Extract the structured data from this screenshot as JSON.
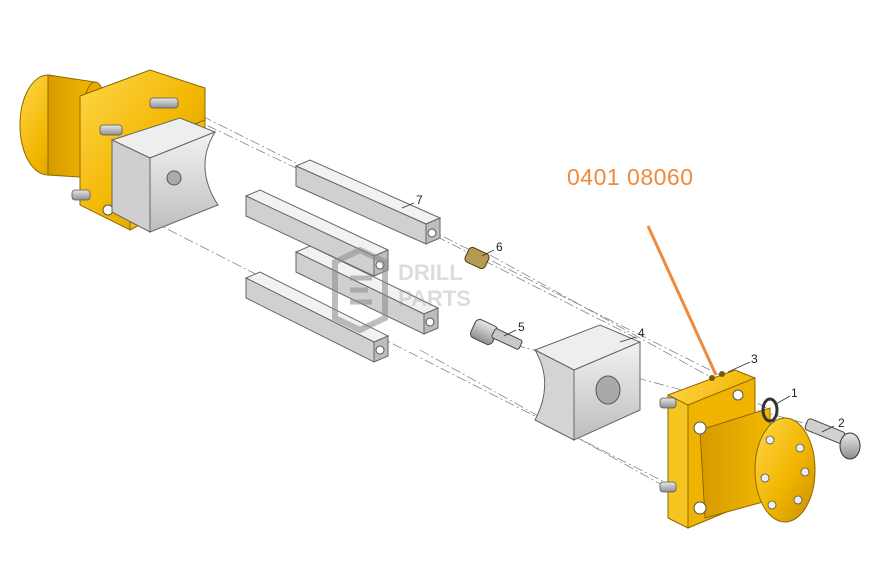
{
  "part_number": "0401 08060",
  "callout_color": "#ef8a3c",
  "part_color": "#f2b600",
  "block_color": "#d9d9d9",
  "watermark": {
    "line1": "DRILL",
    "line2": "PARTS"
  },
  "labels": [
    "1",
    "2",
    "3",
    "4",
    "5",
    "6",
    "7"
  ]
}
